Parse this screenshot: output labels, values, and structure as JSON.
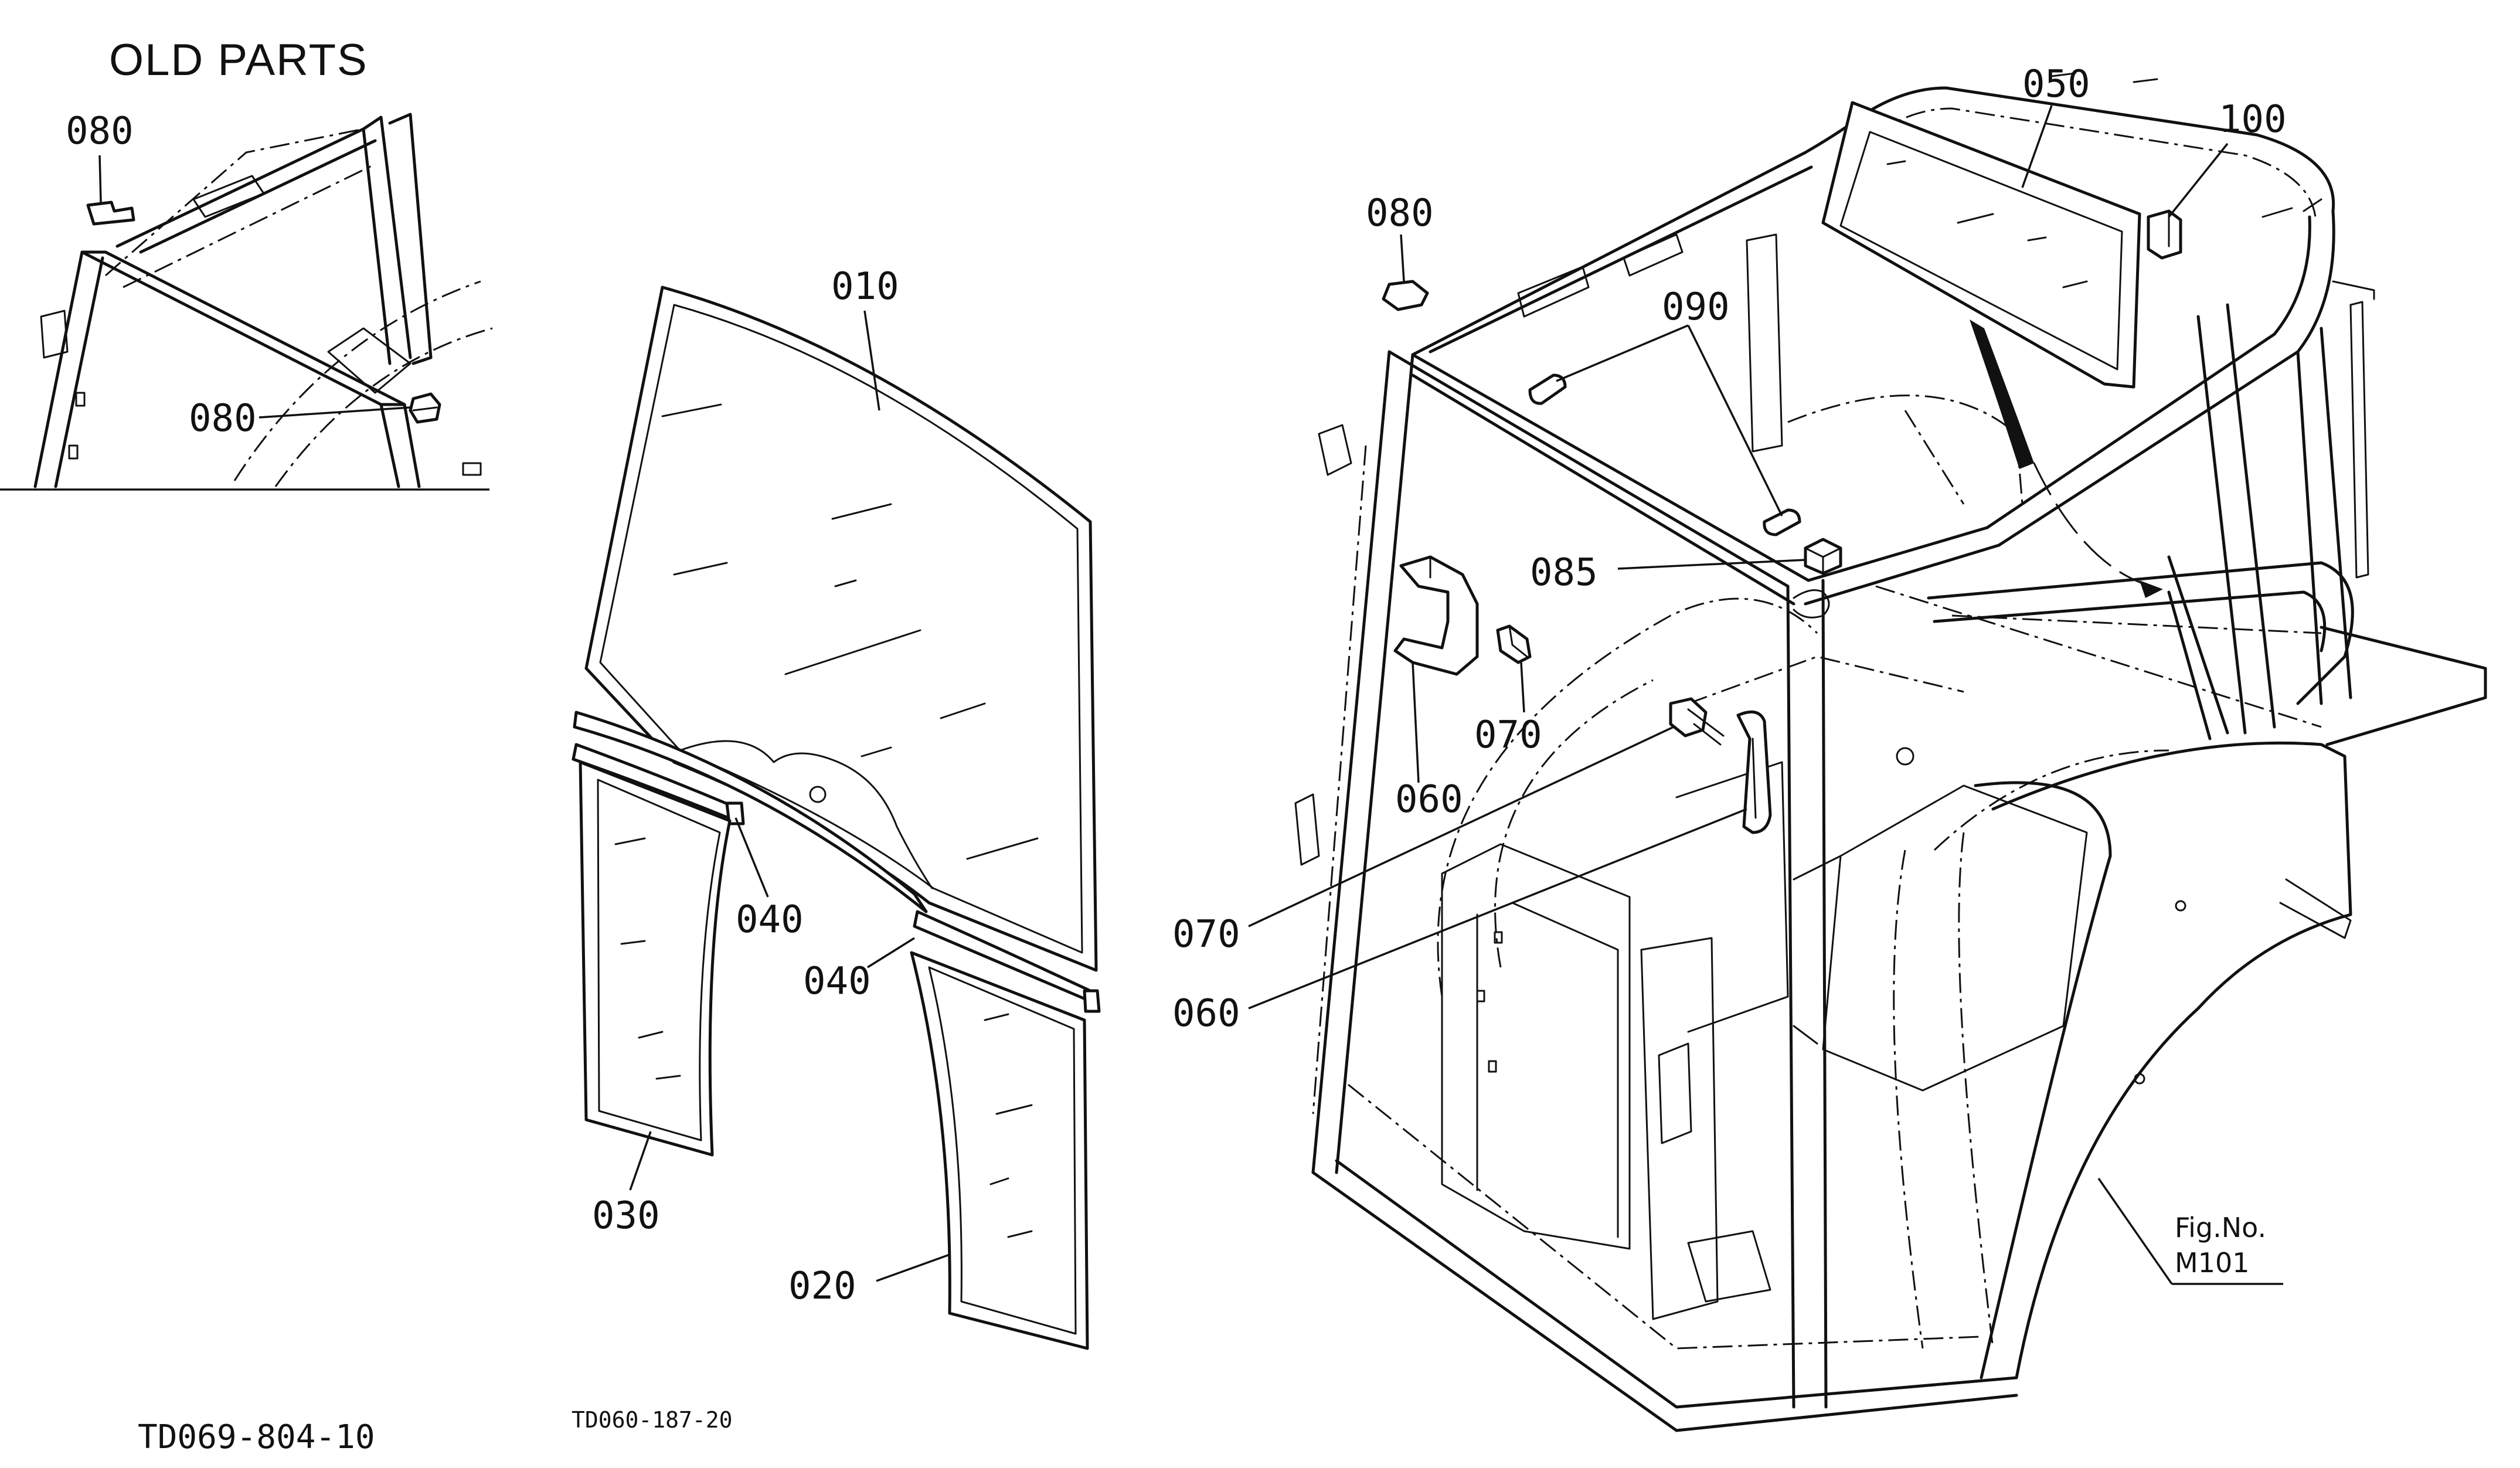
{
  "inset": {
    "heading": "OLD PARTS",
    "labels": {
      "p080a": "080",
      "p080b": "080"
    }
  },
  "parts": {
    "p010": "010",
    "p020": "020",
    "p030": "030",
    "p040a": "040",
    "p040b": "040",
    "p050": "050",
    "p060a": "060",
    "p060b": "060",
    "p070a": "070",
    "p070b": "070",
    "p080": "080",
    "p085": "085",
    "p090": "090",
    "p100": "100"
  },
  "figure_ref": {
    "line1": "Fig.No.",
    "line2": "M101"
  },
  "drawing_codes": {
    "main": "TD069-804-10",
    "glass": "TD060-187-20"
  }
}
